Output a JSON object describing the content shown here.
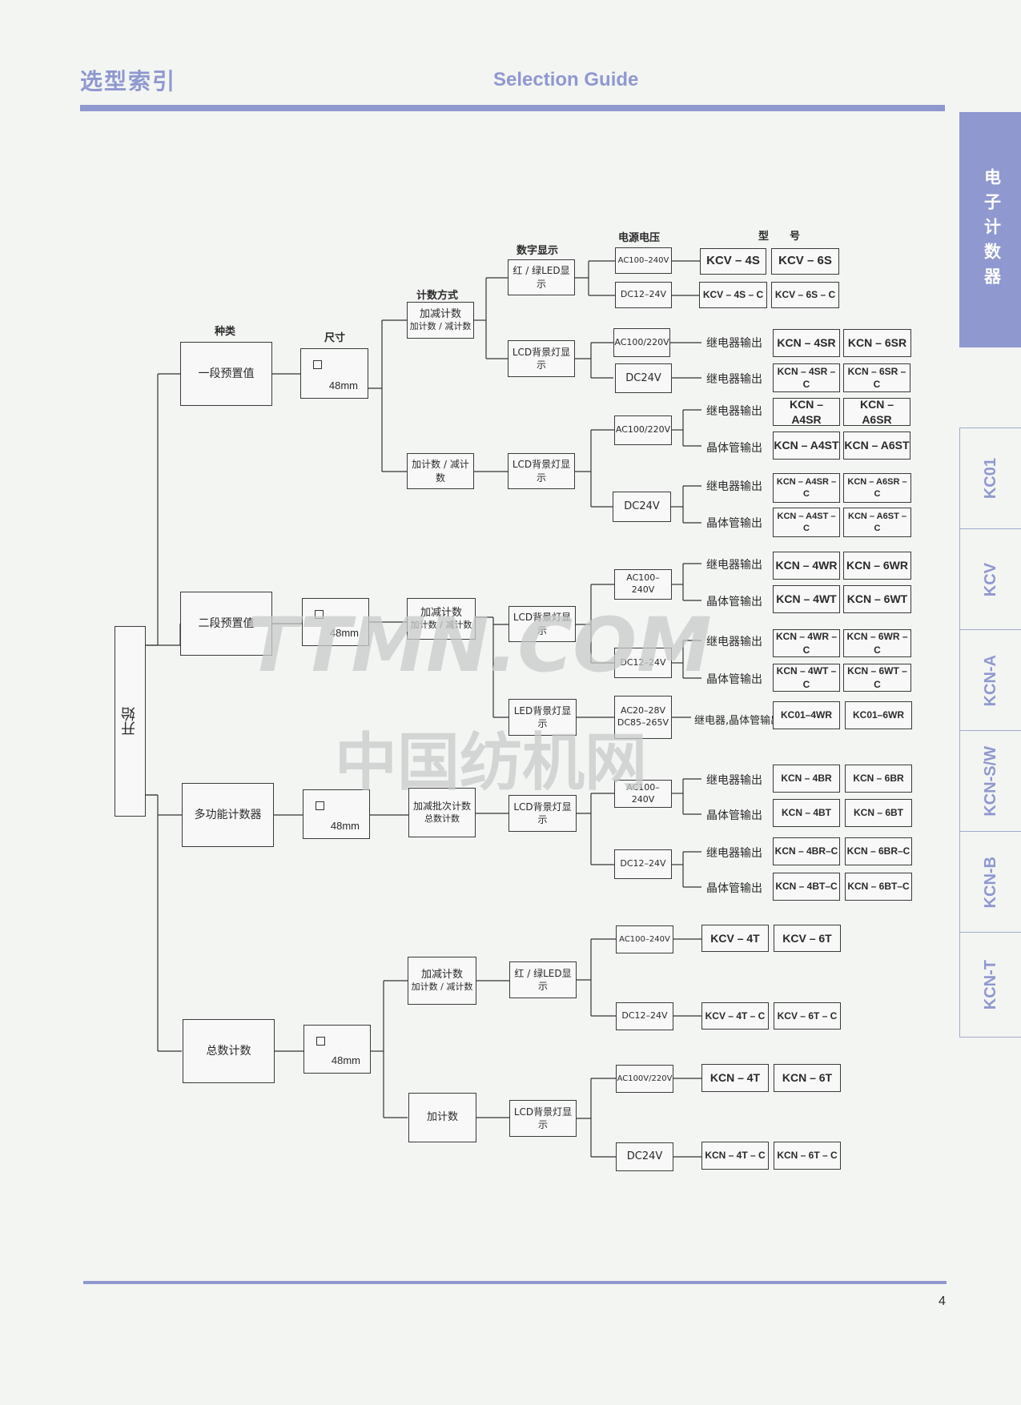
{
  "header": {
    "title_cn": "选型索引",
    "title_en": "Selection  Guide"
  },
  "page_number": "4",
  "side_tabs": [
    {
      "label": "电子计数器",
      "active": true
    },
    {
      "label": "KC01",
      "active": false
    },
    {
      "label": "KCV",
      "active": false
    },
    {
      "label": "KCN-A",
      "active": false
    },
    {
      "label": "KCN-S/W",
      "active": false
    },
    {
      "label": "KCN-B",
      "active": false
    },
    {
      "label": "KCN-T",
      "active": false
    }
  ],
  "columns": {
    "category": "种类",
    "size": "尺寸",
    "count_mode": "计数方式",
    "display": "数字显示",
    "voltage": "电源电压",
    "model": "型　　号"
  },
  "start": "开始",
  "categories": [
    "一段预置值",
    "二段预置值",
    "多功能计数器",
    "总数计数"
  ],
  "size_label": "48mm",
  "modes": [
    {
      "l1": "加减计数",
      "l2": "加计数 / 减计数"
    },
    {
      "l1": "加计数 / 减计数",
      "l2": ""
    },
    {
      "l1": "加减计数",
      "l2": "加计数 / 减计数"
    },
    {
      "l1": "加减批次计数",
      "l2": "总数计数"
    },
    {
      "l1": "加减计数",
      "l2": "加计数 / 减计数"
    },
    {
      "l1": "加计数",
      "l2": ""
    }
  ],
  "displays": [
    "红 / 绿LED显示",
    "LCD背景灯显示",
    "LCD背景灯显示",
    "LCD背景灯显示",
    "LED背景灯显示",
    "LCD背景灯显示",
    "红 / 绿LED显示",
    "LCD背景灯显示"
  ],
  "voltages": [
    {
      "l1": "AC100–240V",
      "l2": ""
    },
    {
      "l1": "DC12–24V",
      "l2": ""
    },
    {
      "l1": "AC100/220V",
      "l2": ""
    },
    {
      "l1": "DC24V",
      "l2": ""
    },
    {
      "l1": "AC100/220V",
      "l2": ""
    },
    {
      "l1": "DC24V",
      "l2": ""
    },
    {
      "l1": "AC100–240V",
      "l2": ""
    },
    {
      "l1": "DC12–24V",
      "l2": ""
    },
    {
      "l1": "AC20–28V",
      "l2": "DC85–265V"
    },
    {
      "l1": "AC100–240V",
      "l2": ""
    },
    {
      "l1": "DC12–24V",
      "l2": ""
    },
    {
      "l1": "AC100–240V",
      "l2": ""
    },
    {
      "l1": "DC12–24V",
      "l2": ""
    },
    {
      "l1": "AC100V/220V",
      "l2": ""
    },
    {
      "l1": "DC24V",
      "l2": ""
    }
  ],
  "outputs": [
    "继电器输出",
    "继电器输出",
    "继电器输出",
    "晶体管输出",
    "继电器输出",
    "晶体管输出",
    "继电器输出",
    "晶体管输出",
    "继电器输出",
    "晶体管输出",
    "继电器,晶体管输出",
    "继电器输出",
    "晶体管输出",
    "继电器输出",
    "晶体管输出"
  ],
  "models": [
    [
      "KCV – 4S",
      "KCV – 6S"
    ],
    [
      "KCV – 4S – C",
      "KCV – 6S – C"
    ],
    [
      "KCN – 4SR",
      "KCN – 6SR"
    ],
    [
      "KCN – 4SR – C",
      "KCN – 6SR – C"
    ],
    [
      "KCN – A4SR",
      "KCN – A6SR"
    ],
    [
      "KCN – A4ST",
      "KCN – A6ST"
    ],
    [
      "KCN – A4SR – C",
      "KCN – A6SR – C"
    ],
    [
      "KCN – A4ST – C",
      "KCN – A6ST – C"
    ],
    [
      "KCN – 4WR",
      "KCN – 6WR"
    ],
    [
      "KCN – 4WT",
      "KCN – 6WT"
    ],
    [
      "KCN – 4WR – C",
      "KCN – 6WR – C"
    ],
    [
      "KCN – 4WT – C",
      "KCN – 6WT – C"
    ],
    [
      "KC01–4WR",
      "KC01–6WR"
    ],
    [
      "KCN – 4BR",
      "KCN – 6BR"
    ],
    [
      "KCN – 4BT",
      "KCN – 6BT"
    ],
    [
      "KCN – 4BR–C",
      "KCN – 6BR–C"
    ],
    [
      "KCN – 4BT–C",
      "KCN – 6BT–C"
    ],
    [
      "KCV – 4T",
      "KCV – 6T"
    ],
    [
      "KCV – 4T – C",
      "KCV – 6T – C"
    ],
    [
      "KCN – 4T",
      "KCN – 6T"
    ],
    [
      "KCN – 4T – C",
      "KCN – 6T – C"
    ]
  ],
  "watermark": {
    "line1": "TTMN.COM",
    "line2": "中国纺机网"
  }
}
